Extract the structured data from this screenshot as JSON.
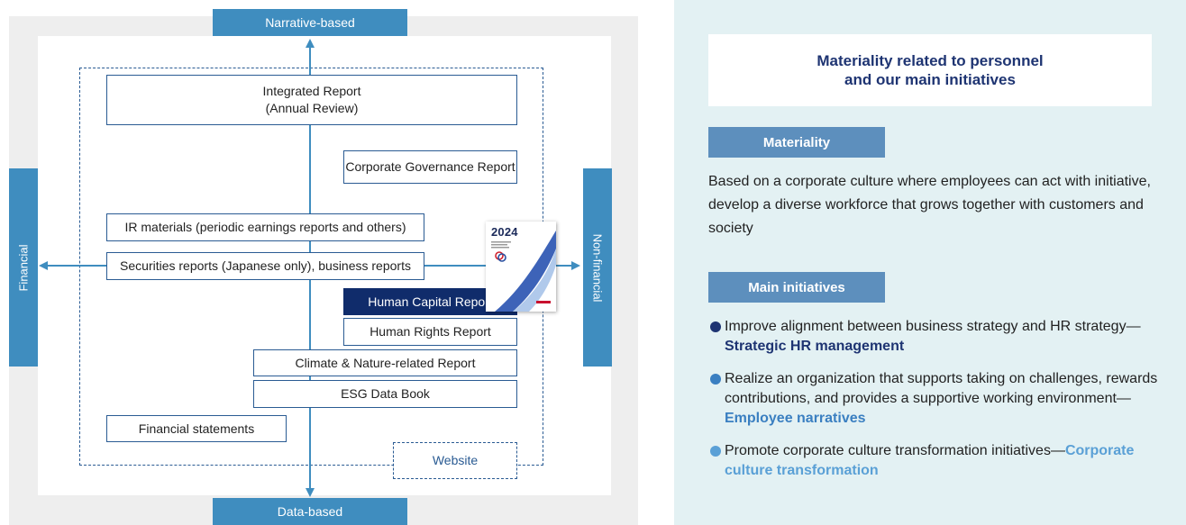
{
  "diagram": {
    "axes": {
      "top": "Narrative-based",
      "bottom": "Data-based",
      "left": "Financial",
      "right": "Non-financial"
    },
    "boxes": {
      "integrated_report": "Integrated Report\n(Annual Review)",
      "corporate_governance": "Corporate Governance Report",
      "ir_materials": "IR materials (periodic earnings reports and others)",
      "securities_reports": "Securities reports (Japanese only), business reports",
      "human_capital": "Human Capital Report",
      "human_rights": "Human Rights Report",
      "climate_nature": "Climate & Nature-related Report",
      "esg_data_book": "ESG Data Book",
      "financial_statements": "Financial statements",
      "website": "Website"
    },
    "cover": {
      "year": "2024"
    },
    "colors": {
      "axis_tab": "#3f8dbf",
      "box_border": "#2a5b93",
      "highlight_box": "#102c6b"
    }
  },
  "materiality_panel": {
    "title": "Materiality related to personnel\nand our main initiatives",
    "materiality_label": "Materiality",
    "materiality_text": "Based on a corporate culture where employees can act with initiative, develop a diverse workforce that grows together with customers and society",
    "initiatives_label": "Main initiatives",
    "initiatives": [
      {
        "text": "Improve alignment between business strategy and HR strategy—",
        "emphasis": "Strategic HR management",
        "color": "#1e3472"
      },
      {
        "text": "Realize an organization that supports taking on challenges, rewards contributions, and provides a supportive working environment—",
        "emphasis": "Employee narratives",
        "color": "#3a7fc1"
      },
      {
        "text": "Promote corporate culture transformation initiatives—",
        "emphasis": "Corporate culture transformation",
        "color": "#5aa0d6"
      }
    ],
    "colors": {
      "panel_bg": "#e3f1f3",
      "label_bg": "#5d8fbd",
      "title_text": "#1e3472"
    }
  }
}
